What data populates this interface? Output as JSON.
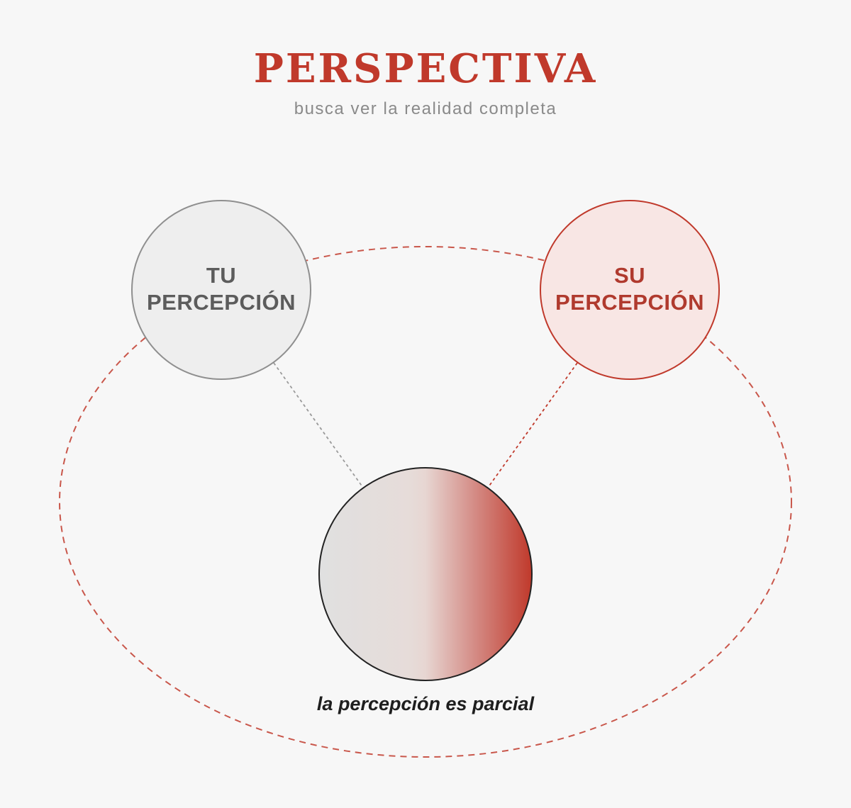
{
  "header": {
    "title": "PERSPECTIVA",
    "subtitle": "busca ver la realidad completa"
  },
  "nodes": {
    "you": {
      "line1": "TU",
      "line2": "PERCEPCIÓN"
    },
    "them": {
      "line1": "SU",
      "line2": "PERCEPCIÓN"
    }
  },
  "caption": "la percepción es parcial",
  "colors": {
    "accent": "#c0392b",
    "neutral_stroke": "#8f8f8f",
    "neutral_fill": "#eeeeee",
    "accent_fill": "#f8e6e4",
    "center_stroke": "#222222",
    "background": "#f7f7f7"
  }
}
